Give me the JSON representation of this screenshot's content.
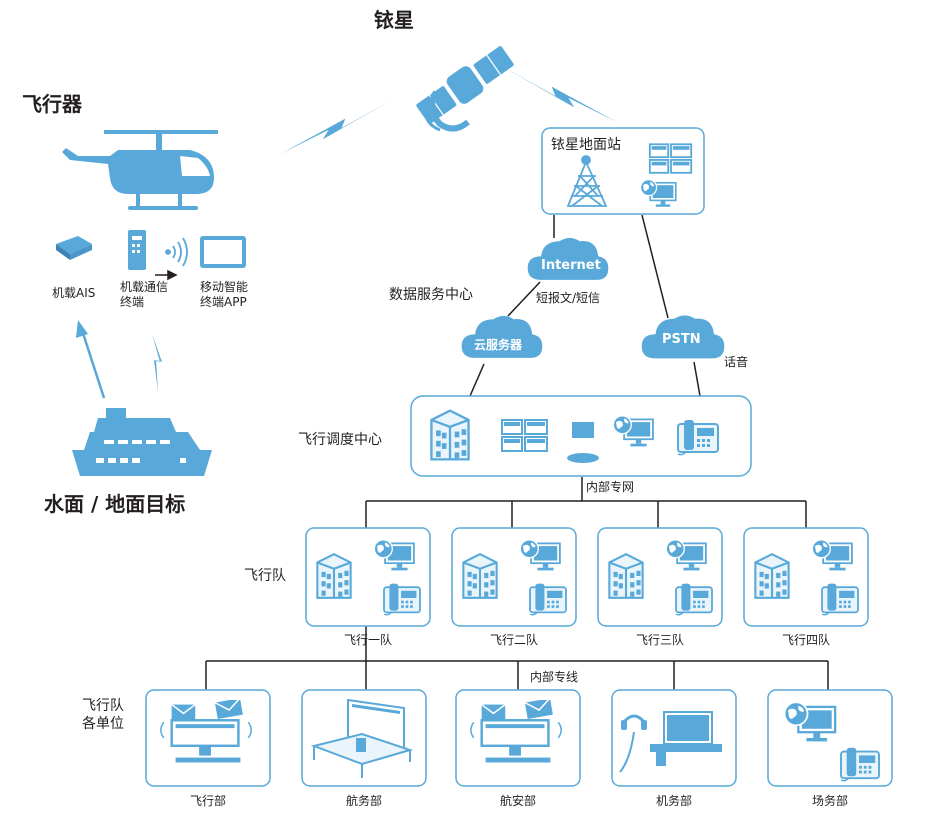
{
  "titles": {
    "satellite": "铱星",
    "aircraft": "飞行器",
    "surface_targets": "水面 / 地面目标"
  },
  "aircraft_devices": {
    "ais": "机载AIS",
    "comm_terminal": [
      "机载通信",
      "终端"
    ],
    "mobile_app": [
      "移动智能",
      "终端APP"
    ]
  },
  "network": {
    "ground_station": "铱星地面站",
    "internet": "Internet",
    "data_center": "数据服务中心",
    "sms": "短报文/短信",
    "cloud_server": "云服务器",
    "pstn": "PSTN",
    "voice": "话音",
    "dispatch_center": "飞行调度中心",
    "internal_network": "内部专网",
    "internal_line": "内部专线"
  },
  "squadron_group_label": "飞行队",
  "squadrons": [
    "飞行一队",
    "飞行二队",
    "飞行三队",
    "飞行四队"
  ],
  "units_group_label": [
    "飞行队",
    "各单位"
  ],
  "units": [
    "飞行部",
    "航务部",
    "航安部",
    "机务部",
    "场务部"
  ],
  "colors": {
    "accent": "#58a9d9",
    "line": "#231f20",
    "box_border": "#58a9d9"
  }
}
